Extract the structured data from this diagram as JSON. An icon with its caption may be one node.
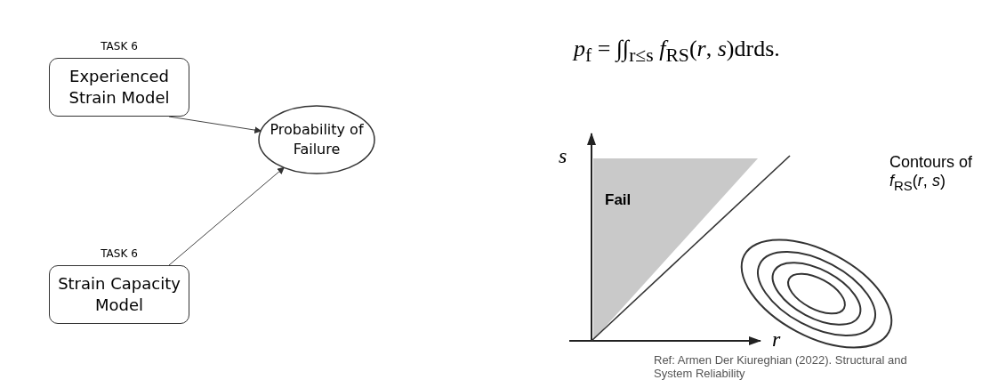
{
  "diagram": {
    "nodes": [
      {
        "text": [
          "TASK 6",
          "Experienced Strain Model"
        ]
      },
      {
        "text": [
          "TASK 6",
          "Strain Capacity Model"
        ]
      },
      {
        "text": [
          "Probability of Failure"
        ]
      }
    ],
    "edges": [
      {
        "from": 0,
        "to": 2,
        "arrow": "to"
      },
      {
        "from": 1,
        "to": 2,
        "arrow": "to"
      }
    ],
    "labels": [
      "*p*$_{f}$ = ∫∫$_{r≤s}$ *f*$_{RS}$(*r*, *s*)drds.",
      "*s*",
      "Fail",
      "Contours of *f*$_{RS}$(*r*, *s*)",
      "*r*",
      "Ref: Armen Der Kiureghian (2022). Structural and System Reliability"
    ]
  }
}
